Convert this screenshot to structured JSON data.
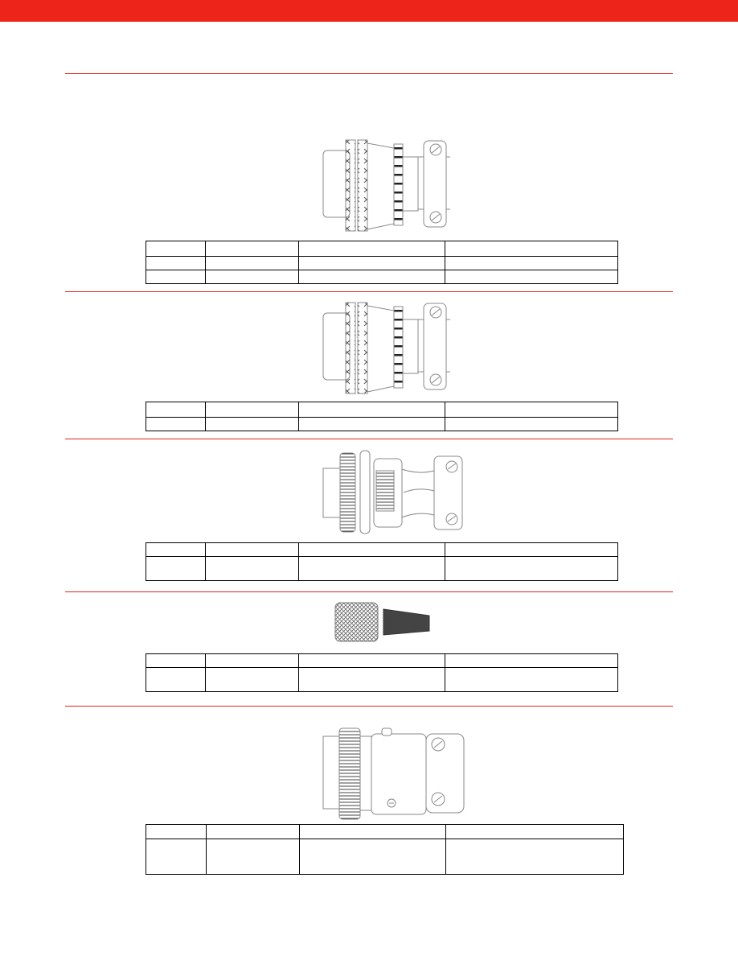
{
  "colors": {
    "brand_red": "#ec241a",
    "rule_red": "#e0281e"
  },
  "sections": [
    {
      "figure": "connector-knurled-double-band",
      "table": {
        "rows": [
          [
            "",
            "",
            "",
            ""
          ],
          [
            "",
            "",
            "",
            ""
          ],
          [
            "",
            "",
            "",
            ""
          ]
        ]
      }
    },
    {
      "figure": "connector-knurled-double-band",
      "table": {
        "rows": [
          [
            "",
            "",
            "",
            ""
          ],
          [
            "",
            "",
            "",
            ""
          ]
        ]
      }
    },
    {
      "figure": "connector-straight-clamp",
      "table": {
        "rows": [
          [
            "",
            "",
            "",
            ""
          ],
          [
            "",
            "",
            "",
            ""
          ]
        ]
      }
    },
    {
      "figure": "dust-cap-knurled",
      "table": {
        "rows": [
          [
            "",
            "",
            "",
            ""
          ],
          [
            "",
            "",
            "",
            ""
          ]
        ]
      }
    },
    {
      "figure": "connector-long-body-clamp",
      "table": {
        "rows": [
          [
            "",
            "",
            "",
            ""
          ],
          [
            "",
            "",
            "",
            ""
          ]
        ]
      }
    }
  ]
}
